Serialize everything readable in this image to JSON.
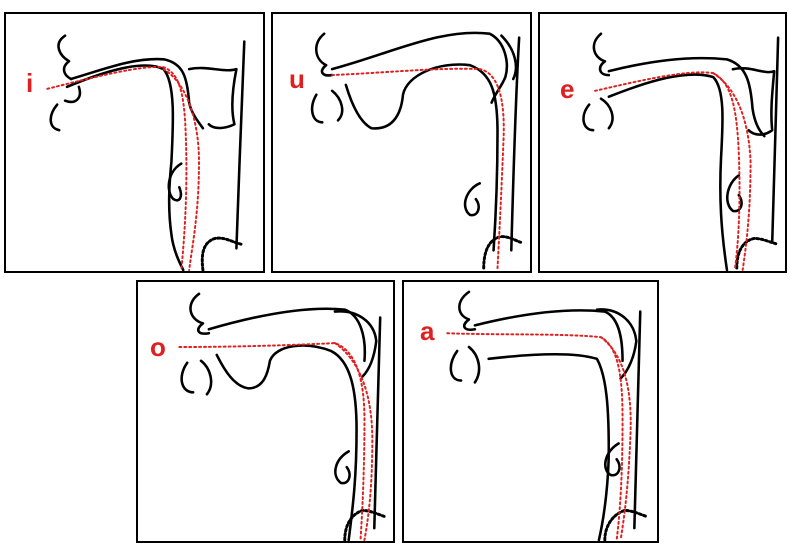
{
  "colors": {
    "outline": "#000000",
    "tract": "#e02020",
    "label": "#e02020"
  },
  "panels": [
    {
      "id": "i",
      "label": "i"
    },
    {
      "id": "u",
      "label": "u"
    },
    {
      "id": "e",
      "label": "e"
    },
    {
      "id": "o",
      "label": "o"
    },
    {
      "id": "a",
      "label": "a"
    }
  ]
}
